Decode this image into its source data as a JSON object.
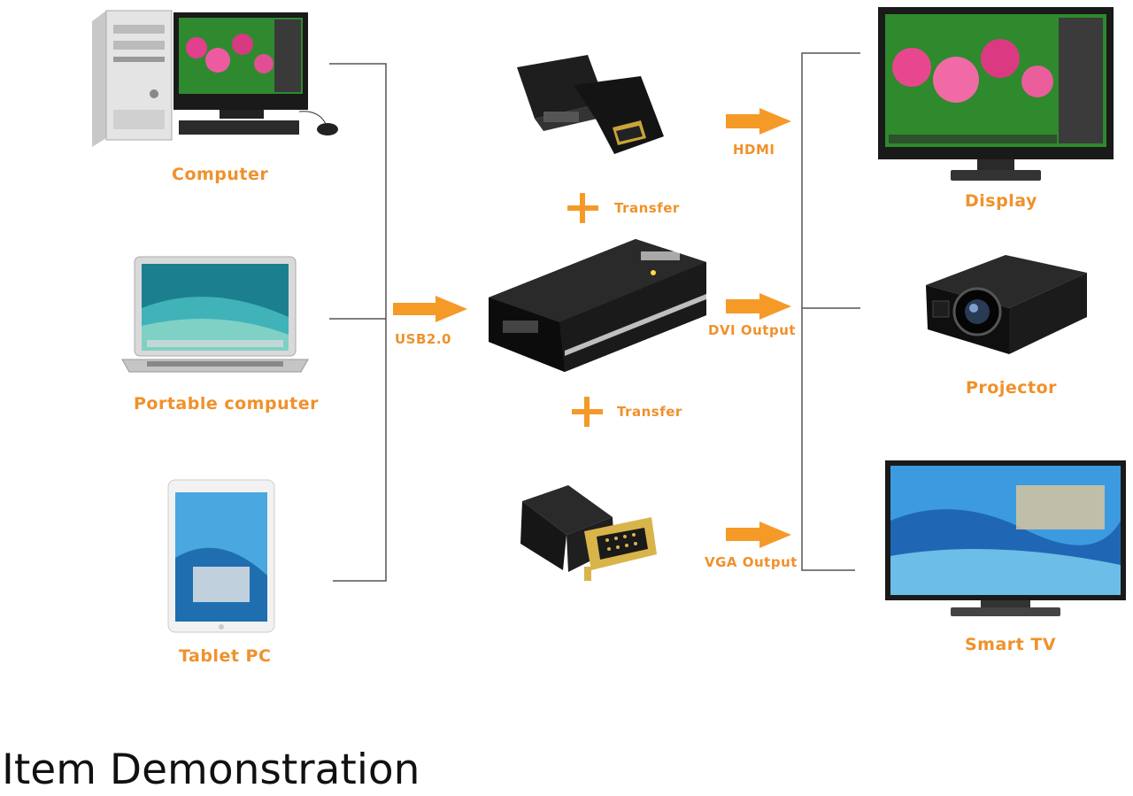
{
  "caption": "Item Demonstration",
  "colors": {
    "accent": "#f0912b",
    "line": "#555555"
  },
  "sources": [
    {
      "label": "Computer",
      "icon": "desktop-computer-icon"
    },
    {
      "label": "Portable computer",
      "icon": "laptop-icon"
    },
    {
      "label": "Tablet PC",
      "icon": "tablet-icon"
    }
  ],
  "center": {
    "input_label": "USB2.0",
    "transfer_label": "Transfer",
    "device_icon": "usb-video-adapter-icon",
    "adapters": [
      {
        "icon": "dvi-to-hdmi-adapter-icon"
      },
      {
        "icon": "dvi-to-vga-adapter-icon"
      }
    ],
    "outputs": [
      {
        "label": "HDMI"
      },
      {
        "label": "DVI Output"
      },
      {
        "label": "VGA Output"
      }
    ]
  },
  "targets": [
    {
      "label": "Display",
      "icon": "monitor-icon"
    },
    {
      "label": "Projector",
      "icon": "projector-icon"
    },
    {
      "label": "Smart TV",
      "icon": "smart-tv-icon"
    }
  ]
}
